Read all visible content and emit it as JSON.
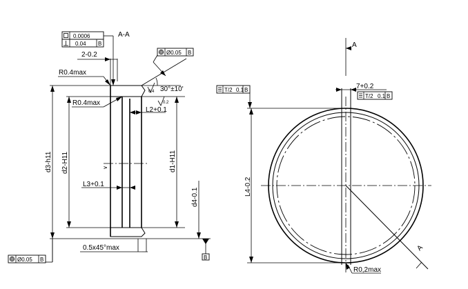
{
  "section_label": "A-A",
  "view_marker": "A",
  "fcf_top_left": {
    "row1_value": "0.0006",
    "row2_value": "0.04",
    "row2_datum": "B"
  },
  "fcf_chamfer": {
    "value": "Ø0.05",
    "datum": "B"
  },
  "fcf_bottom_left": {
    "value": "Ø0.05",
    "datum": "B"
  },
  "fcf_right_1": {
    "value": "T/2",
    "tol": "0.1",
    "datum": "B"
  },
  "fcf_right_2": {
    "value": "T/2",
    "tol": "0.1",
    "datum": "B"
  },
  "datum_bottom": "B",
  "dims": {
    "width": "2-0.2",
    "r_outer": "R0.4max",
    "r_inner": "R0.4max",
    "angle": "30°±10'",
    "l2": "L2+0.1",
    "l3": "L3+0.1",
    "d3": "d3-h11",
    "d2": "d2-H11",
    "d1": "d1-H11",
    "d4": "d4-0.1",
    "chamfer": "0.5x45°max",
    "l4": "L4-0.2",
    "gap": "7+0.2",
    "r_bottom": "R0,2max",
    "roughness_1": "0.4",
    "roughness_2": "0.2"
  }
}
